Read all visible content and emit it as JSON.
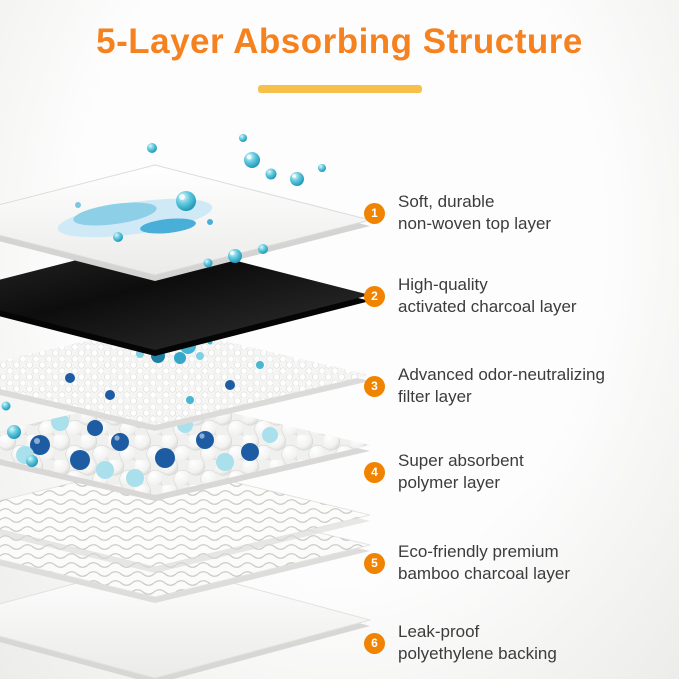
{
  "title": "5-Layer Absorbing Structure",
  "colors": {
    "accent_orange": "#F5821F",
    "underline_yellow": "#F6C04B",
    "badge_orange": "#F08300",
    "text_dark": "#3C3C3C",
    "droplet_teal": "#3FB4CE",
    "bead_blue": "#1D5CA3",
    "bead_light_blue": "#AADFEC",
    "charcoal": "#1A1A1A"
  },
  "legend": {
    "items": [
      {
        "number": "1",
        "line1": "Soft, durable",
        "line2": "non-woven top layer"
      },
      {
        "number": "2",
        "line1": "High-quality",
        "line2": "activated charcoal layer"
      },
      {
        "number": "3",
        "line1": "Advanced odor-neutralizing",
        "line2": "filter layer"
      },
      {
        "number": "4",
        "line1": "Super absorbent",
        "line2": "polymer layer"
      },
      {
        "number": "5",
        "line1": "Eco-friendly premium",
        "line2": "bamboo charcoal layer"
      },
      {
        "number": "6",
        "line1": "Leak-proof",
        "line2": "polyethylene backing"
      }
    ]
  }
}
